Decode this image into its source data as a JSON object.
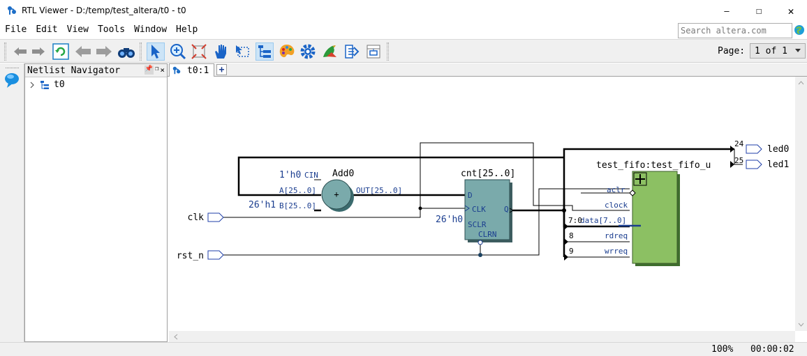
{
  "window": {
    "title": "RTL Viewer - D:/temp/test_altera/t0 - t0",
    "minimize_glyph": "—",
    "maximize_glyph": "☐",
    "close_glyph": "✕"
  },
  "menu": [
    "File",
    "Edit",
    "View",
    "Tools",
    "Window",
    "Help"
  ],
  "search": {
    "placeholder": "Search altera.com"
  },
  "toolbar": {
    "icons": [
      "back-icon",
      "forward-icon",
      "refresh-icon",
      "go-back-icon",
      "go-forward-icon",
      "find-icon",
      "select-icon",
      "zoom-icon",
      "fit-icon",
      "pan-icon",
      "marquee-icon",
      "hierarchy-icon",
      "palette-icon",
      "settings-icon",
      "bird-icon",
      "export-icon",
      "property-icon"
    ],
    "active": [
      "select-icon",
      "hierarchy-icon"
    ],
    "page_label": "Page:",
    "page_value": "1 of 1"
  },
  "navigator": {
    "title": "Netlist Navigator",
    "tree": [
      {
        "label": "t0",
        "expanded": false
      }
    ]
  },
  "tabs": [
    {
      "label": "t0:1"
    }
  ],
  "tab_add": "+",
  "schematic": {
    "inputs": [
      {
        "name": "clk"
      },
      {
        "name": "rst_n"
      }
    ],
    "outputs": [
      {
        "name": "led0",
        "bit": "24"
      },
      {
        "name": "led1",
        "bit": "25"
      }
    ],
    "adder": {
      "name": "Add0",
      "symbol": "+",
      "ports": {
        "cin": "CIN",
        "a": "A[25..0]",
        "b": "B[25..0]",
        "out": "OUT[25..0]"
      },
      "cin_const": "1'h0",
      "b_const": "26'h1"
    },
    "register": {
      "name": "cnt[25..0]",
      "ports": {
        "d": "D",
        "clk": "CLK",
        "sclr": "SCLR",
        "clrn": "CLRN",
        "q": "Q"
      },
      "sclr_const": "26'h0"
    },
    "fifo": {
      "name": "test_fifo:test_fifo_u",
      "ports": [
        "aclr",
        "clock",
        "data[7..0]",
        "rdreq",
        "wrreq"
      ],
      "bus_labels": [
        "7:0",
        "8",
        "9"
      ]
    },
    "colors": {
      "wire": "#000000",
      "port": "#1f3fa8",
      "label": "#1a3d8f",
      "register_fill": "#7aaaab",
      "adder_fill": "#7aaaab",
      "fifo_fill": "#8cc063"
    }
  },
  "status": {
    "zoom": "100%",
    "time": "00:00:02"
  }
}
